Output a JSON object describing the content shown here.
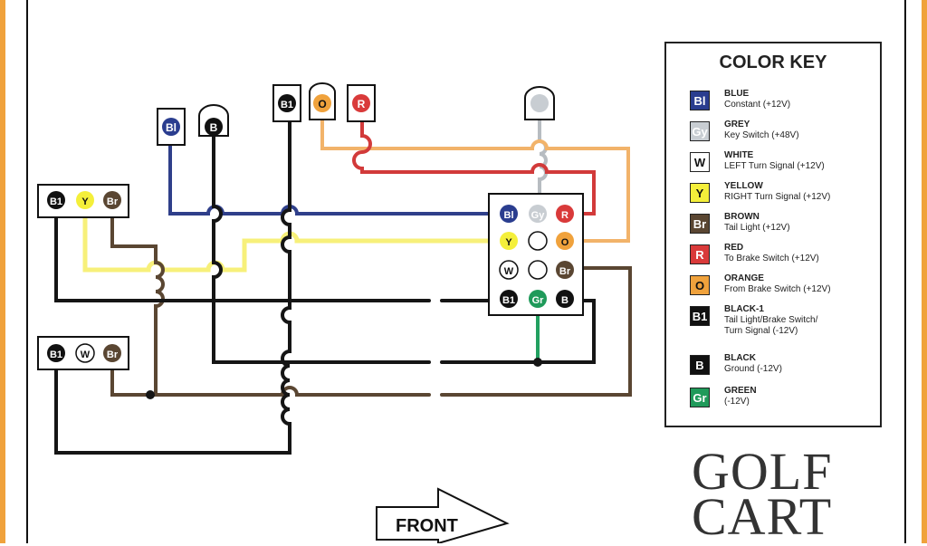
{
  "legend": {
    "title": "COLOR KEY",
    "items": [
      {
        "code": "Bl",
        "name": "BLUE",
        "desc": "Constant (+12V)",
        "bg": "#2a3d8f",
        "fg": "#ffffff"
      },
      {
        "code": "Gy",
        "name": "GREY",
        "desc": "Key Switch (+48V)",
        "bg": "#c8cdd2",
        "fg": "#ffffff"
      },
      {
        "code": "W",
        "name": "WHITE",
        "desc": "LEFT Turn Signal (+12V)",
        "bg": "#ffffff",
        "fg": "#111111"
      },
      {
        "code": "Y",
        "name": "YELLOW",
        "desc": "RIGHT Turn Signal (+12V)",
        "bg": "#f4ef3a",
        "fg": "#111111"
      },
      {
        "code": "Br",
        "name": "BROWN",
        "desc": "Tail Light (+12V)",
        "bg": "#5a4632",
        "fg": "#ffffff"
      },
      {
        "code": "R",
        "name": "RED",
        "desc": "To Brake Switch (+12V)",
        "bg": "#d93a3a",
        "fg": "#ffffff"
      },
      {
        "code": "O",
        "name": "ORANGE",
        "desc": "From Brake Switch (+12V)",
        "bg": "#f0a23c",
        "fg": "#111111"
      },
      {
        "code": "B1",
        "name": "BLACK-1",
        "desc": "Tail Light/Brake Switch/\nTurn Signal (-12V)",
        "bg": "#111111",
        "fg": "#ffffff"
      },
      {
        "code": "B",
        "name": "BLACK",
        "desc": "Ground (-12V)",
        "bg": "#111111",
        "fg": "#ffffff"
      },
      {
        "code": "Gr",
        "name": "GREEN",
        "desc": "(-12V)",
        "bg": "#1f9a5a",
        "fg": "#ffffff"
      }
    ]
  },
  "wire_colors": {
    "blue": "#2f3f8a",
    "grey": "#b7bcc1",
    "yellow": "#f7f07a",
    "brown": "#5a4632",
    "red": "#d23a3a",
    "orange": "#f2b36a",
    "black": "#151515",
    "green": "#22a060"
  },
  "top_connectors": [
    "Bl",
    "B",
    "B1",
    "O",
    "R"
  ],
  "key_connector": "",
  "left_connector_top": [
    "B1",
    "Y",
    "Br"
  ],
  "left_connector_bottom": [
    "B1",
    "W",
    "Br"
  ],
  "panel_pins": [
    [
      "Bl",
      "Gy",
      "R"
    ],
    [
      "Y",
      "",
      "O"
    ],
    [
      "W",
      "",
      "Br"
    ],
    [
      "B1",
      "Gr",
      "B"
    ]
  ],
  "front_label": "FRONT",
  "brand": {
    "line1": "GOLF",
    "line2": "CART"
  }
}
